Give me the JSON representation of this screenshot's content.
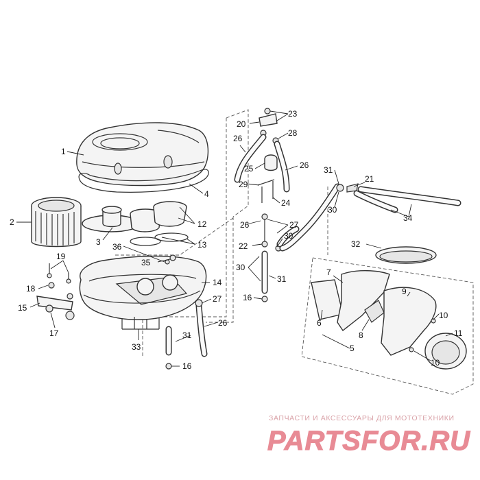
{
  "diagram": {
    "callouts": [
      {
        "n": "1"
      },
      {
        "n": "2"
      },
      {
        "n": "3"
      },
      {
        "n": "4"
      },
      {
        "n": "5"
      },
      {
        "n": "6"
      },
      {
        "n": "7"
      },
      {
        "n": "8"
      },
      {
        "n": "9"
      },
      {
        "n": "10"
      },
      {
        "n": "10"
      },
      {
        "n": "11"
      },
      {
        "n": "12"
      },
      {
        "n": "13"
      },
      {
        "n": "14"
      },
      {
        "n": "15"
      },
      {
        "n": "16"
      },
      {
        "n": "16"
      },
      {
        "n": "17"
      },
      {
        "n": "18"
      },
      {
        "n": "19"
      },
      {
        "n": "20"
      },
      {
        "n": "21"
      },
      {
        "n": "22"
      },
      {
        "n": "23"
      },
      {
        "n": "24"
      },
      {
        "n": "25"
      },
      {
        "n": "26"
      },
      {
        "n": "26"
      },
      {
        "n": "26"
      },
      {
        "n": "26"
      },
      {
        "n": "27"
      },
      {
        "n": "27"
      },
      {
        "n": "28"
      },
      {
        "n": "29"
      },
      {
        "n": "30"
      },
      {
        "n": "30"
      },
      {
        "n": "30"
      },
      {
        "n": "31"
      },
      {
        "n": "31"
      },
      {
        "n": "31"
      },
      {
        "n": "32"
      },
      {
        "n": "33"
      },
      {
        "n": "34"
      },
      {
        "n": "35"
      },
      {
        "n": "36"
      }
    ]
  },
  "watermark": {
    "tagline": "ЗАПЧАСТИ И АКСЕССУАРЫ ДЛЯ МОТОТЕХНИКИ",
    "logo_text": "PARTSFOR.RU",
    "color": "#e88b95"
  }
}
